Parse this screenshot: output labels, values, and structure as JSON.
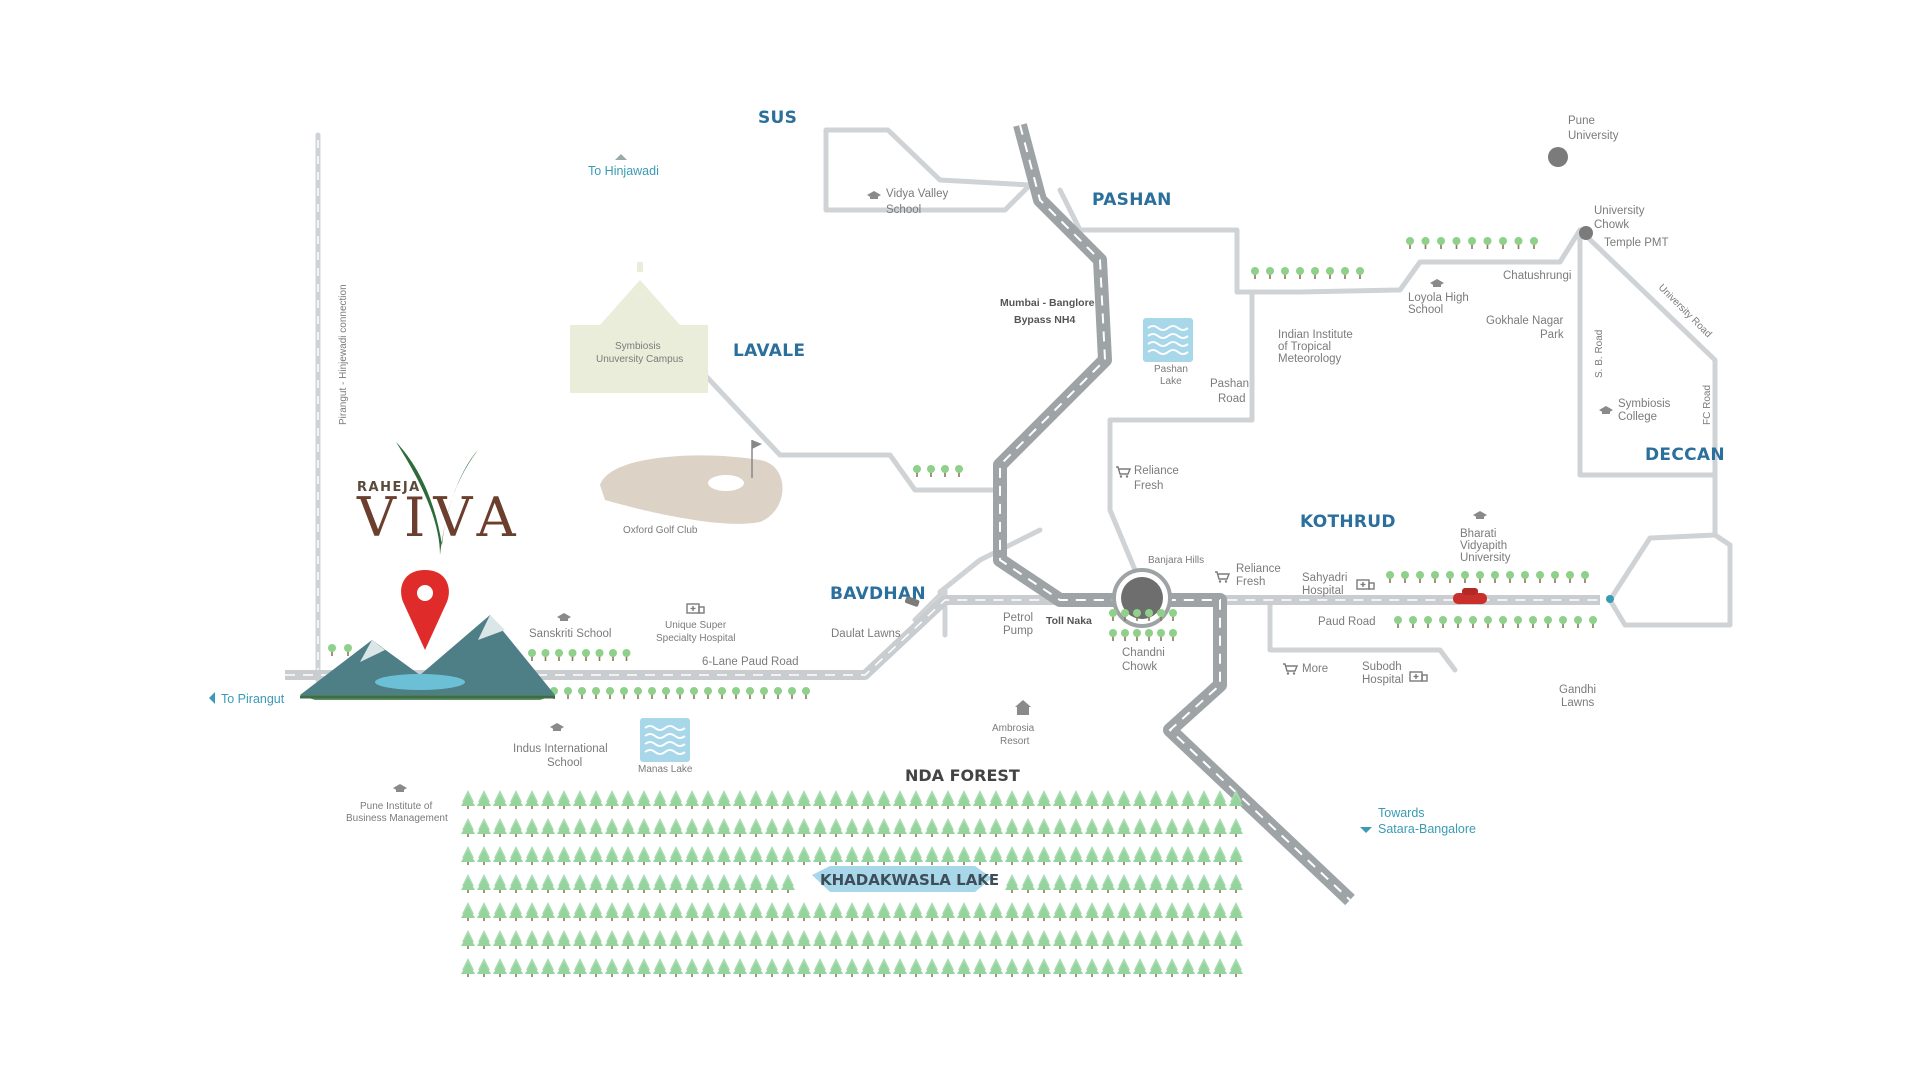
{
  "brand": {
    "line1": "RAHEJA",
    "line2": "VIVA"
  },
  "areas": {
    "sus": "SUS",
    "pashan": "PASHAN",
    "lavale": "LAVALE",
    "bavdhan": "BAVDHAN",
    "kothrud": "KOTHRUD",
    "deccan": "DECCAN"
  },
  "directions": {
    "hinjawadi": "To Hinjawadi",
    "pirangut": "To Pirangut",
    "towards_line1": "Towards",
    "towards_line2": "Satara-Bangalore"
  },
  "roads": {
    "pirangut_connection": "Pirangut - Hinjewadi connection",
    "bypass_line1": "Mumbai - Banglore",
    "bypass_line2": "Bypass NH4",
    "six_lane": "6-Lane Paud Road",
    "pashan_road_1": "Pashan",
    "pashan_road_2": "Road",
    "paud_road": "Paud Road",
    "sb_road": "S. B. Road",
    "fc_road": "FC Road",
    "university_road": "University Road"
  },
  "landmarks": {
    "pune_university_1": "Pune",
    "pune_university_2": "University",
    "university_chowk_1": "University",
    "university_chowk_2": "Chowk",
    "temple_pmt": "Temple PMT",
    "chatushrungi": "Chatushrungi",
    "loyola_1": "Loyola High",
    "loyola_2": "School",
    "gokhale_1": "Gokhale Nagar",
    "gokhale_2": "Park",
    "iitm_1": "Indian Institute",
    "iitm_2": "of Tropical",
    "iitm_3": "Meteorology",
    "symbiosis_college_1": "Symbiosis",
    "symbiosis_college_2": "College",
    "vidya_valley_1": "Vidya Valley",
    "vidya_valley_2": "School",
    "symbiosis_campus_1": "Symbiosis",
    "symbiosis_campus_2": "Unuversity Campus",
    "pashan_lake_1": "Pashan",
    "pashan_lake_2": "Lake",
    "reliance_fresh_1a": "Reliance",
    "reliance_fresh_1b": "Fresh",
    "reliance_fresh_2a": "Reliance",
    "reliance_fresh_2b": "Fresh",
    "oxford_golf": "Oxford Golf Club",
    "banjara_hills": "Banjara Hills",
    "bharati_1": "Bharati",
    "bharati_2": "Vidyapith",
    "bharati_3": "University",
    "sahyadri_1": "Sahyadri",
    "sahyadri_2": "Hospital",
    "sanskriti": "Sanskriti School",
    "unique_1": "Unique Super",
    "unique_2": "Specialty Hospital",
    "daulat_lawns": "Daulat Lawns",
    "petrol_pump_1": "Petrol",
    "petrol_pump_2": "Pump",
    "toll_naka": "Toll Naka",
    "chandni_1": "Chandni",
    "chandni_2": "Chowk",
    "more": "More",
    "subodh_1": "Subodh",
    "subodh_2": "Hospital",
    "gandhi_1": "Gandhi",
    "gandhi_2": "Lawns",
    "ambrosia_1": "Ambrosia",
    "ambrosia_2": "Resort",
    "indus_1": "Indus International",
    "indus_2": "School",
    "manas_lake": "Manas Lake",
    "pibm_1": "Pune Institute of",
    "pibm_2": "Business Management"
  },
  "nda_forest": "NDA FOREST",
  "khadakwasla": "KHADAKWASLA LAKE",
  "colors": {
    "area_label": "#2b6f9c",
    "road": "#cfd3d6",
    "highway": "#9ea3a6",
    "tree": "#8fd08a",
    "pin": "#e02b2b",
    "lake": "#a9d7ea"
  },
  "icons": [
    "school-icon",
    "hospital-icon",
    "cart-icon",
    "lake-icon",
    "location-pin-icon",
    "tree-icon",
    "golf-flag-icon",
    "arrow-icon",
    "resort-icon"
  ]
}
